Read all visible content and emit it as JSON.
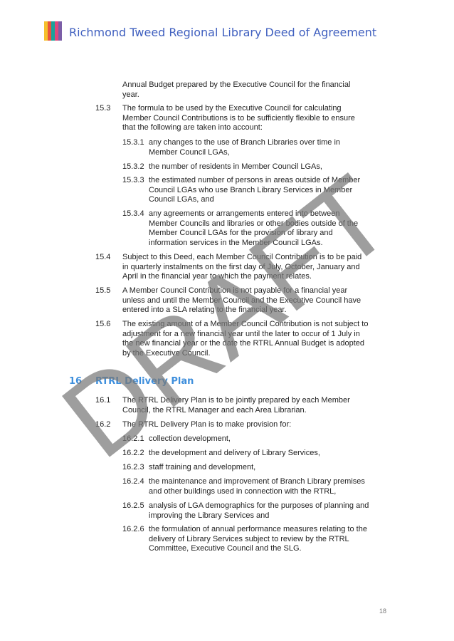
{
  "header": {
    "title": "Richmond Tweed Regional Library Deed of Agreement",
    "logo_colors": [
      "#f5c02c",
      "#e8553e",
      "#1aa39a",
      "#e0487a",
      "#7b5ea7"
    ]
  },
  "paragraphs": [
    {
      "num": "",
      "lines": [
        "Annual Budget prepared by the Executive Council for the financial",
        "year."
      ]
    },
    {
      "num": "15.3",
      "lines": [
        "The formula to be used by the Executive Council for calculating",
        "Member Council Contributions is to be sufficiently flexible to ensure",
        "that the following are taken into account:"
      ]
    },
    {
      "num": "15.3.1",
      "lines": [
        "any changes to the use of Branch Libraries over time in",
        "Member Council LGAs,"
      ]
    },
    {
      "num": "15.3.2",
      "lines": [
        "the number of residents in Member Council LGAs,"
      ]
    },
    {
      "num": "15.3.3",
      "lines": [
        "the estimated number of persons in areas outside of Member",
        "Council LGAs who use Branch Library Services in Member",
        "Council LGAs, and"
      ]
    },
    {
      "num": "15.3.4",
      "lines": [
        "any agreements or arrangements entered into between",
        "Member Councils and libraries or other bodies outside of the",
        "Member Council LGAs for the provision of library and",
        "information services in the Member Council LGAs."
      ]
    },
    {
      "num": "15.4",
      "lines": [
        "Subject to this Deed, each Member Council Contribution is to be paid",
        "in quarterly instalments on the first day of July, October, January and",
        "April in the financial year to which the payment relates."
      ]
    },
    {
      "num": "15.5",
      "lines": [
        "A Member Council Contribution is not payable for a financial year",
        "unless and until the Member Council and the Executive Council have",
        "entered into a SLA relating to the financial year."
      ]
    },
    {
      "num": "15.6",
      "lines": [
        "The existing amount of a Member Council Contribution is not subject to",
        "adjustment for a new financial year until the later to occur of 1 July in",
        "the new financial year or the date the RTRL Annual Budget is adopted",
        "by the Executive Council."
      ]
    },
    {
      "num": "16.1",
      "lines": [
        "The RTRL Delivery Plan is to be jointly prepared by each Member",
        "Council, the RTRL Manager and each Area Librarian."
      ]
    },
    {
      "num": "16.2",
      "lines": [
        "The RTRL Delivery Plan is to make provision for:"
      ]
    },
    {
      "num": "16.2.1",
      "lines": [
        "collection development,"
      ]
    },
    {
      "num": "16.2.2",
      "lines": [
        "the development and delivery of Library Services,"
      ]
    },
    {
      "num": "16.2.3",
      "lines": [
        "staff training and development,"
      ]
    },
    {
      "num": "16.2.4",
      "lines": [
        "the maintenance and improvement of Branch Library premises",
        "and other buildings used in connection with the RTRL,"
      ]
    },
    {
      "num": "16.2.5",
      "lines": [
        "analysis of LGA demographics for the purposes of planning and",
        "improving the Library Services and"
      ]
    },
    {
      "num": "16.2.6",
      "lines": [
        "the formulation of annual performance measures relating to the",
        "delivery of Library Services subject to review by the RTRL",
        "Committee, Executive Council and the SLG."
      ]
    }
  ],
  "section": {
    "number": "16",
    "title": "RTRL Delivery Plan"
  },
  "watermark": "DRAFT",
  "page_number": "18"
}
